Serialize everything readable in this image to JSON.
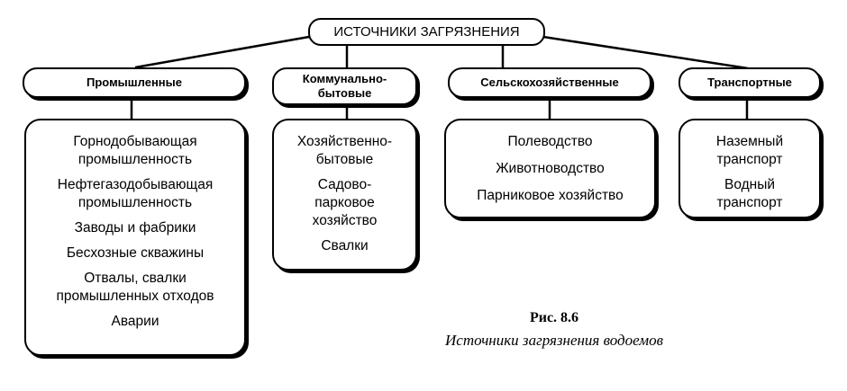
{
  "root": "ИСТОЧНИКИ ЗАГРЯЗНЕНИЯ",
  "categories": [
    {
      "title": "Промышленные",
      "items": [
        "Горнодобывающая промышленность",
        "Нефтегазодобывающая промышленность",
        "Заводы и фабрики",
        "Бесхозные скважины",
        "Отвалы, свалки промышленных отходов",
        "Аварии"
      ]
    },
    {
      "title": "Коммунально-бытовые",
      "items": [
        "Хозяйственно-бытовые",
        "Садово-парковое хозяйство",
        "Свалки"
      ]
    },
    {
      "title": "Сельскохозяйственные",
      "items": [
        "Полеводство",
        "Животноводство",
        "Парниковое хозяйство"
      ]
    },
    {
      "title": "Транспортные",
      "items": [
        "Наземный транспорт",
        "Водный транспорт"
      ]
    }
  ],
  "caption": {
    "number": "Рис. 8.6",
    "title": "Источники загрязнения водоемов"
  }
}
